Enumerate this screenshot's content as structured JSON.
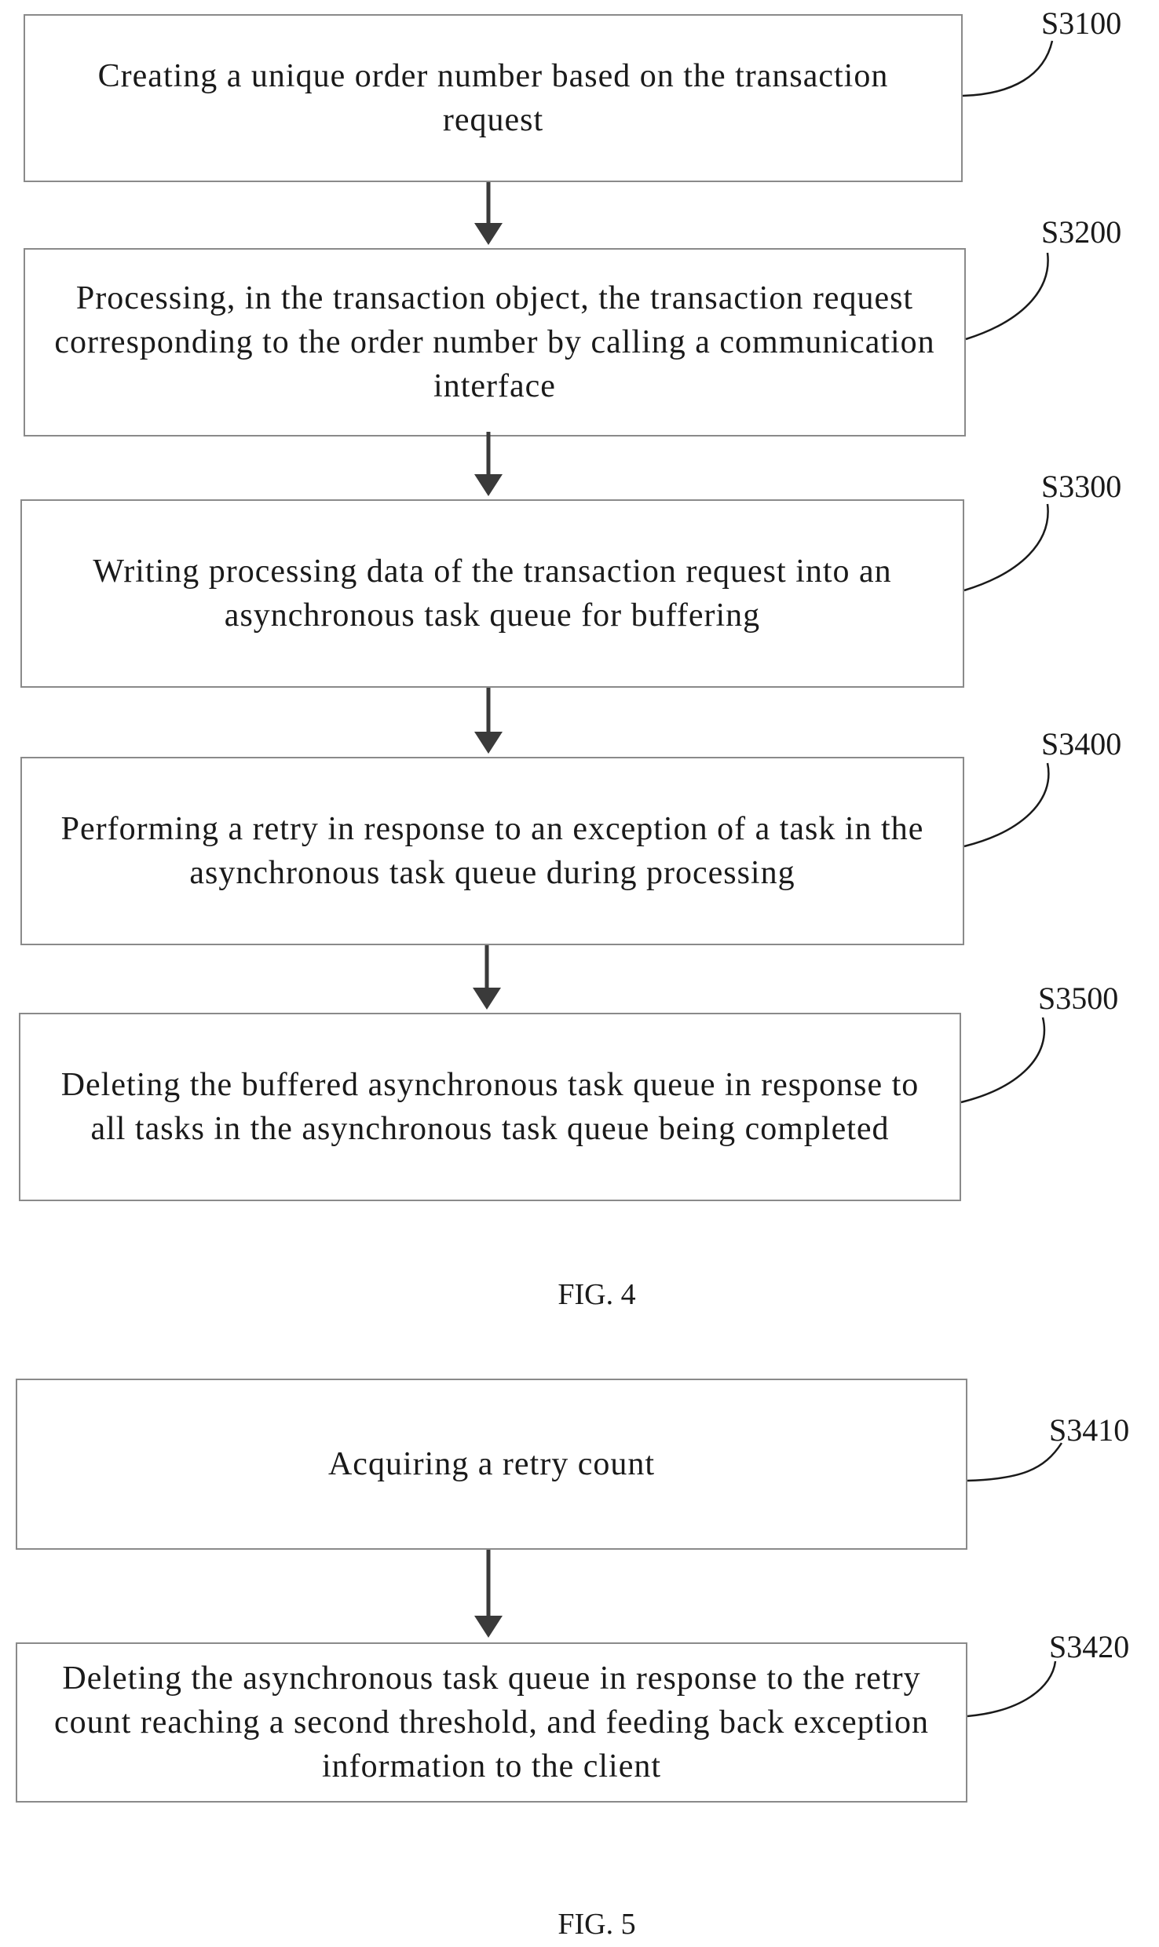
{
  "fig4": {
    "steps": [
      {
        "id": "S3100",
        "text": "Creating a unique order number based on the transaction request"
      },
      {
        "id": "S3200",
        "text": "Processing, in the transaction object, the transaction request corresponding to the order number by calling a communication interface"
      },
      {
        "id": "S3300",
        "text": "Writing processing data of the transaction request into an asynchronous task queue for buffering"
      },
      {
        "id": "S3400",
        "text": "Performing a retry in response to an exception of a task in the asynchronous task queue during processing"
      },
      {
        "id": "S3500",
        "text": "Deleting the buffered asynchronous task queue in response to all tasks in the asynchronous task queue being completed"
      }
    ],
    "caption": "FIG. 4"
  },
  "fig5": {
    "steps": [
      {
        "id": "S3410",
        "text": "Acquiring a retry count"
      },
      {
        "id": "S3420",
        "text": "Deleting the asynchronous task queue in response to the retry count reaching a second threshold, and feeding back exception information to the client"
      }
    ],
    "caption": "FIG. 5"
  },
  "colors": {
    "border": "#8a8a8a",
    "arrow": "#3a3a3a",
    "text": "#1a1a1a"
  }
}
